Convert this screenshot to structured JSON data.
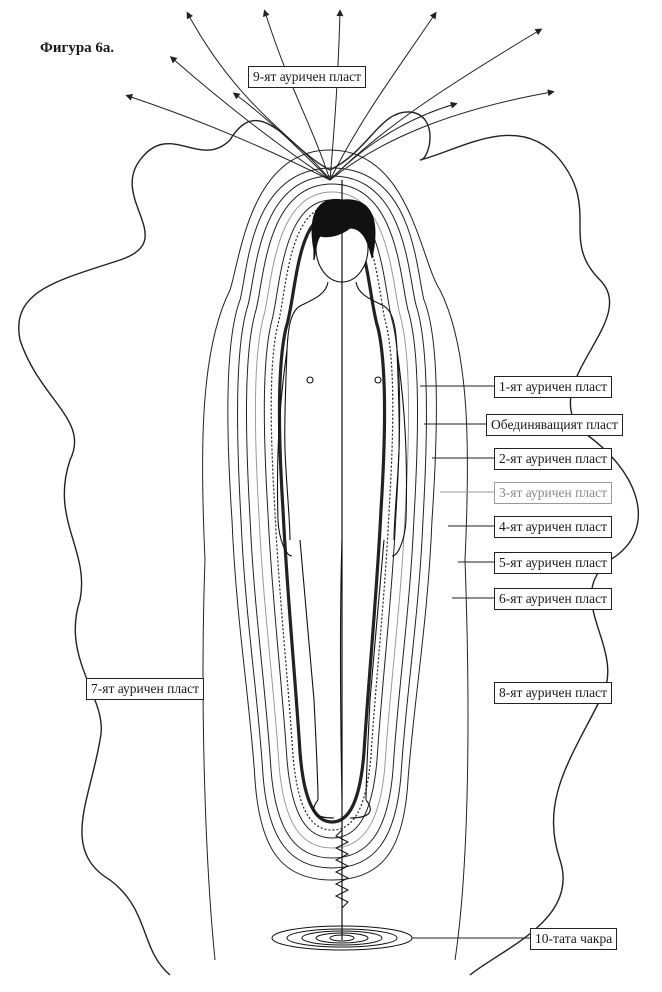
{
  "title": "Фигура 6а.",
  "labels": {
    "layer9": "9-ят ауричен пласт",
    "layer1": "1-ят ауричен пласт",
    "unifying": "Обединяващият пласт",
    "layer2": "2-ят ауричен пласт",
    "layer3": "3-ят ауричен пласт",
    "layer4": "4-ят ауричен пласт",
    "layer5": "5-ят ауричен пласт",
    "layer6": "6-ят ауричен пласт",
    "layer7": "7-ят ауричен пласт",
    "layer8": "8-ят ауричен пласт",
    "chakra10": "10-тата чакра"
  },
  "colors": {
    "ink": "#1a1a1a",
    "faded_layer": "#9a9a9a",
    "paper": "#ffffff"
  }
}
